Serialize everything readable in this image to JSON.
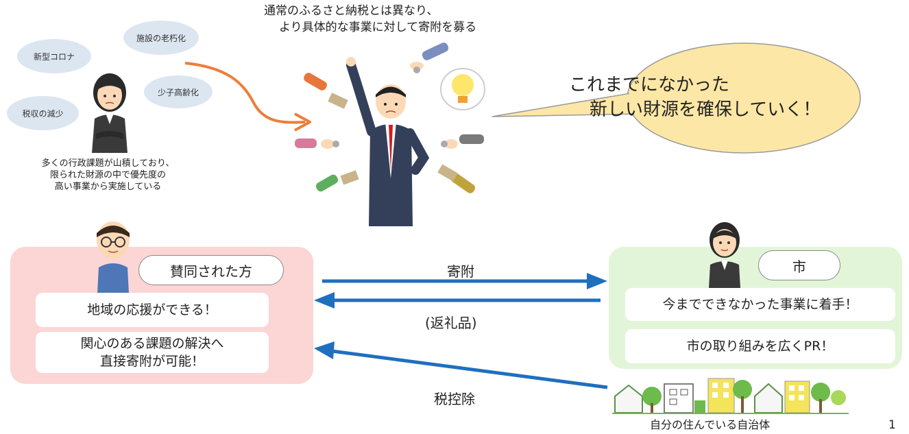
{
  "header": {
    "line1": "通常のふるさと納税とは異なり、",
    "line2": "より具体的な事業に対して寄附を募る"
  },
  "issues": {
    "bubbles": [
      "新型コロナ",
      "施設の老朽化",
      "少子高齢化",
      "税収の減少"
    ],
    "caption": [
      "多くの行政課題が山積しており、",
      "限られた財源の中で優先度の",
      "高い事業から実施している"
    ]
  },
  "speech": {
    "line1": "これまでになかった",
    "line2": "新しい財源を確保していく！"
  },
  "supporter": {
    "title": "賛同された方",
    "benefit1": "地域の応援ができる！",
    "benefit2_line1": "関心のある課題の解決へ",
    "benefit2_line2": "直接寄附が可能！"
  },
  "city": {
    "title": "市",
    "benefit1": "今までできなかった事業に着手！",
    "benefit2": "市の取り組みを広くPR！"
  },
  "flows": {
    "donation": "寄附",
    "gift": "(返礼品)",
    "tax": "税控除"
  },
  "municipality": "自分の住んでいる自治体",
  "page_number": "1",
  "colors": {
    "pink_panel": "#fcd5d5",
    "green_panel": "#e2f5d8",
    "arrow_blue": "#1f6fbf",
    "orange_arrow": "#ee7d3b",
    "bubble_blue": "#dce6f1",
    "speech_yellow": "#fde7a6"
  }
}
